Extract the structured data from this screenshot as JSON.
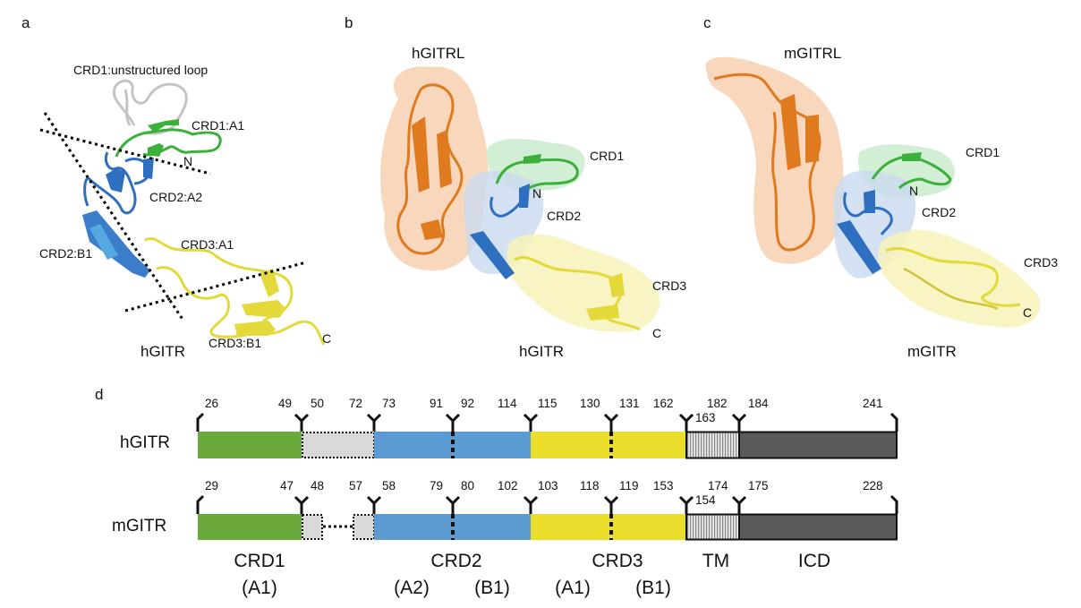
{
  "panels": {
    "a": {
      "letter": "a",
      "protein": "hGITR",
      "labels": {
        "unstructured_loop": "CRD1:unstructured loop",
        "crd1_a1": "CRD1:A1",
        "n_term": "N",
        "crd2_a2": "CRD2:A2",
        "crd2_b1": "CRD2:B1",
        "crd3_a1": "CRD3:A1",
        "crd3_b1": "CRD3:B1",
        "c_term": "C"
      }
    },
    "b": {
      "letter": "b",
      "ligand": "hGITRL",
      "receptor": "hGITR",
      "labels": {
        "crd1": "CRD1",
        "n_term": "N",
        "crd2": "CRD2",
        "crd3": "CRD3",
        "c_term": "C"
      }
    },
    "c": {
      "letter": "c",
      "ligand": "mGITRL",
      "receptor": "mGITR",
      "labels": {
        "crd1": "CRD1",
        "n_term": "N",
        "crd2": "CRD2",
        "crd3": "CRD3",
        "c_term": "C"
      }
    },
    "d": {
      "letter": "d",
      "rows": [
        {
          "name": "hGITR",
          "boundaries": {
            "crd1_start": "26",
            "crd1_end": "49",
            "loop_start": "50",
            "loop_end": "72",
            "crd2_start": "73",
            "crd2_a2_end": "91",
            "crd2_b1_start": "92",
            "crd2_end": "114",
            "crd3_start": "115",
            "crd3_a1_end": "130",
            "crd3_b1_start": "131",
            "crd3_end": "162",
            "tm_start": "163",
            "tm_end": "182",
            "icd_start": "184",
            "icd_end": "241"
          }
        },
        {
          "name": "mGITR",
          "boundaries": {
            "crd1_start": "29",
            "crd1_end": "47",
            "loop_start": "48",
            "loop_end": "57",
            "crd2_start": "58",
            "crd2_a2_end": "79",
            "crd2_b1_start": "80",
            "crd2_end": "102",
            "crd3_start": "103",
            "crd3_a1_end": "118",
            "crd3_b1_start": "119",
            "crd3_end": "153",
            "tm_start": "154",
            "tm_end": "174",
            "icd_start": "175",
            "icd_end": "228"
          }
        }
      ],
      "domains": {
        "crd1": "CRD1",
        "crd1_sub": "(A1)",
        "crd2": "CRD2",
        "crd2_sub_a": "(A2)",
        "crd2_sub_b": "(B1)",
        "crd3": "CRD3",
        "crd3_sub_a": "(A1)",
        "crd3_sub_b": "(B1)",
        "tm": "TM",
        "icd": "ICD"
      },
      "colors": {
        "crd1": "#6aaa3c",
        "loop": "#d9d9d9",
        "crd2": "#5b9bd1",
        "crd3": "#ebdd2c",
        "tm": "#c8c8c8",
        "icd": "#5a5a5a"
      }
    }
  },
  "structure_colors": {
    "ligand": "#e07a1f",
    "ligand_surface": "#f6c9a6",
    "crd1": "#3bb03a",
    "crd1_surface": "#c7ebcc",
    "crd2": "#2f6fc0",
    "crd2_surface": "#c9d9ef",
    "crd3": "#e3d93a",
    "crd3_surface": "#f7f2b8",
    "loop": "#c8c8c8"
  }
}
